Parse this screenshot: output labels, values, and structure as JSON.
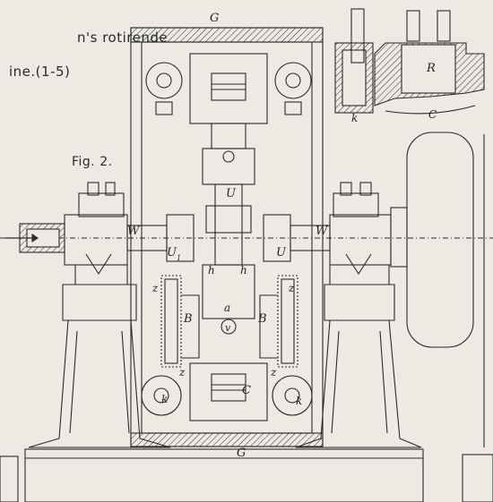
{
  "caption": {
    "line1": "n's rotirende",
    "line2": "ine.(1-5)"
  },
  "figure": {
    "label": "Fig. 2."
  },
  "labels": {
    "G_top": "G",
    "G_bottom": "G",
    "R": "R",
    "C_top": "C",
    "k_top": "k",
    "U": "U",
    "W_left": "W",
    "W_right": "W",
    "U1_left": "U",
    "U1_right": "U",
    "h_left": "h",
    "h_right": "h",
    "z1_left": "z",
    "z1_right": "z",
    "B_left": "B",
    "B_right": "B",
    "a": "a",
    "v": "v",
    "z_left": "z",
    "z_right": "z",
    "k_left": "k",
    "k_right": "k",
    "C_bottom": "C",
    "sub_1": "1"
  },
  "colors": {
    "paper": "#eceae2",
    "ink": "#2a2a2a"
  }
}
